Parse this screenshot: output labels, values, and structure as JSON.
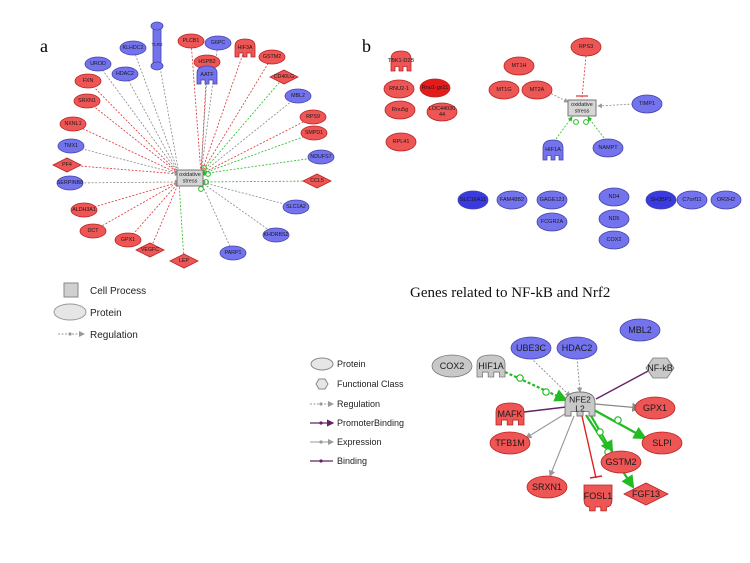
{
  "panel_a": {
    "letter": "a",
    "center": "oxidative stress",
    "nodes": [
      {
        "label": "TLR2",
        "shape": "receptor",
        "color": "blue"
      },
      {
        "label": "G6PC",
        "shape": "ellipse",
        "color": "blue"
      },
      {
        "label": "PLCB1",
        "shape": "ellipse",
        "color": "red"
      },
      {
        "label": "HIF3A",
        "shape": "cup",
        "color": "red"
      },
      {
        "label": "KLHDC2",
        "shape": "ellipse",
        "color": "blue"
      },
      {
        "label": "HSPB2",
        "shape": "ellipse",
        "color": "red"
      },
      {
        "label": "AATF",
        "shape": "cup",
        "color": "blue"
      },
      {
        "label": "GSTM2",
        "shape": "ellipse",
        "color": "red"
      },
      {
        "label": "UROD",
        "shape": "ellipse",
        "color": "blue"
      },
      {
        "label": "HDAC2",
        "shape": "ellipse",
        "color": "blue"
      },
      {
        "label": "CD40LG",
        "shape": "diamond",
        "color": "red"
      },
      {
        "label": "FXN",
        "shape": "ellipse",
        "color": "red"
      },
      {
        "label": "MBL2",
        "shape": "ellipse",
        "color": "blue"
      },
      {
        "label": "SRXN1",
        "shape": "ellipse",
        "color": "red"
      },
      {
        "label": "RPS9",
        "shape": "ellipse",
        "color": "red"
      },
      {
        "label": "NXNL1",
        "shape": "ellipse",
        "color": "red"
      },
      {
        "label": "SMPD1",
        "shape": "ellipse",
        "color": "red"
      },
      {
        "label": "TMX1",
        "shape": "ellipse",
        "color": "blue"
      },
      {
        "label": "NDUFS7",
        "shape": "ellipse",
        "color": "blue"
      },
      {
        "label": "PF4",
        "shape": "diamond",
        "color": "red"
      },
      {
        "label": "CCL5",
        "shape": "diamond",
        "color": "red"
      },
      {
        "label": "SERPINB8",
        "shape": "ellipse",
        "color": "blue"
      },
      {
        "label": "ALDH3A1",
        "shape": "ellipse",
        "color": "red"
      },
      {
        "label": "SLC1A2",
        "shape": "ellipse",
        "color": "blue"
      },
      {
        "label": "DCT",
        "shape": "ellipse",
        "color": "red"
      },
      {
        "label": "KHDRBS2",
        "shape": "ellipse",
        "color": "blue"
      },
      {
        "label": "GPX1",
        "shape": "ellipse",
        "color": "red"
      },
      {
        "label": "VEGFC",
        "shape": "diamond",
        "color": "red"
      },
      {
        "label": "PARP1",
        "shape": "ellipse",
        "color": "blue"
      },
      {
        "label": "LEP",
        "shape": "diamond",
        "color": "red"
      }
    ]
  },
  "panel_b": {
    "letter": "b",
    "center": "oxidative stress",
    "nodes": [
      {
        "label": "TBK1-D2B",
        "shape": "cup",
        "color": "red"
      },
      {
        "label": "RNU2-1",
        "shape": "ellipse",
        "color": "red"
      },
      {
        "label": "Rnu1-gs11",
        "shape": "ellipse",
        "color": "red"
      },
      {
        "label": "Rnu5g",
        "shape": "ellipse",
        "color": "red"
      },
      {
        "label": "LOC44030 44",
        "shape": "ellipse",
        "color": "red"
      },
      {
        "label": "RPL41",
        "shape": "ellipse",
        "color": "red"
      },
      {
        "label": "MT1H",
        "shape": "ellipse",
        "color": "red"
      },
      {
        "label": "RPS3",
        "shape": "ellipse",
        "color": "red"
      },
      {
        "label": "MT1G",
        "shape": "ellipse",
        "color": "red"
      },
      {
        "label": "MT2A",
        "shape": "ellipse",
        "color": "red"
      },
      {
        "label": "TIMP1",
        "shape": "ellipse",
        "color": "blue"
      },
      {
        "label": "HIF1A",
        "shape": "cup",
        "color": "blue"
      },
      {
        "label": "NAMPT",
        "shape": "ellipse",
        "color": "blue"
      },
      {
        "label": "SLC16A11",
        "shape": "ellipse",
        "color": "blue"
      },
      {
        "label": "FAM48B2",
        "shape": "ellipse",
        "color": "blue"
      },
      {
        "label": "GAGE12J",
        "shape": "ellipse",
        "color": "blue"
      },
      {
        "label": "FCGR2A",
        "shape": "ellipse",
        "color": "blue"
      },
      {
        "label": "ND4",
        "shape": "ellipse",
        "color": "blue"
      },
      {
        "label": "ND5",
        "shape": "ellipse",
        "color": "blue"
      },
      {
        "label": "COX2",
        "shape": "ellipse",
        "color": "blue"
      },
      {
        "label": "SH3BP1",
        "shape": "ellipse",
        "color": "blue"
      },
      {
        "label": "C7orf11",
        "shape": "ellipse",
        "color": "blue"
      },
      {
        "label": "OR2H2",
        "shape": "ellipse",
        "color": "blue"
      }
    ]
  },
  "legend_a": {
    "items": [
      {
        "label": "Cell Process",
        "symbol": "square"
      },
      {
        "label": "Protein",
        "symbol": "ellipse"
      },
      {
        "label": "Regulation",
        "symbol": "arrow-dash"
      }
    ]
  },
  "panel_c": {
    "heading": "Genes related to NF-kB and Nrf2",
    "center": "NFE2L2",
    "nodes": [
      {
        "label": "COX2",
        "shape": "ellipse",
        "color": "gray"
      },
      {
        "label": "HIF1A",
        "shape": "cup",
        "color": "gray"
      },
      {
        "label": "UBE3C",
        "shape": "ellipse",
        "color": "blue"
      },
      {
        "label": "HDAC2",
        "shape": "ellipse",
        "color": "blue"
      },
      {
        "label": "MBL2",
        "shape": "ellipse",
        "color": "blue"
      },
      {
        "label": "NF-kB",
        "shape": "hexagon",
        "color": "gray"
      },
      {
        "label": "MAFK",
        "shape": "cup",
        "color": "red"
      },
      {
        "label": "GPX1",
        "shape": "ellipse",
        "color": "red"
      },
      {
        "label": "TFB1M",
        "shape": "ellipse",
        "color": "red"
      },
      {
        "label": "SLPI",
        "shape": "ellipse",
        "color": "red"
      },
      {
        "label": "GSTM2",
        "shape": "ellipse",
        "color": "red"
      },
      {
        "label": "SRXN1",
        "shape": "ellipse",
        "color": "red"
      },
      {
        "label": "FOSL1",
        "shape": "cup-down",
        "color": "red"
      },
      {
        "label": "FGF13",
        "shape": "diamond",
        "color": "red"
      }
    ]
  },
  "legend_c": {
    "items": [
      {
        "label": "Protein",
        "symbol": "ellipse"
      },
      {
        "label": "Functional Class",
        "symbol": "hexagon"
      },
      {
        "label": "Regulation",
        "symbol": "arrow-dash"
      },
      {
        "label": "PromoterBinding",
        "symbol": "arrow-purple"
      },
      {
        "label": "Expression",
        "symbol": "arrow-gray"
      },
      {
        "label": "Binding",
        "symbol": "line-purple"
      }
    ]
  },
  "colors": {
    "red": "#ee5555",
    "red_dark": "#e41b1b",
    "blue": "#7373ee",
    "blue_dark": "#3a3adf",
    "gray": "#c8c8c8",
    "green": "#22bb22",
    "purple": "#662266"
  }
}
